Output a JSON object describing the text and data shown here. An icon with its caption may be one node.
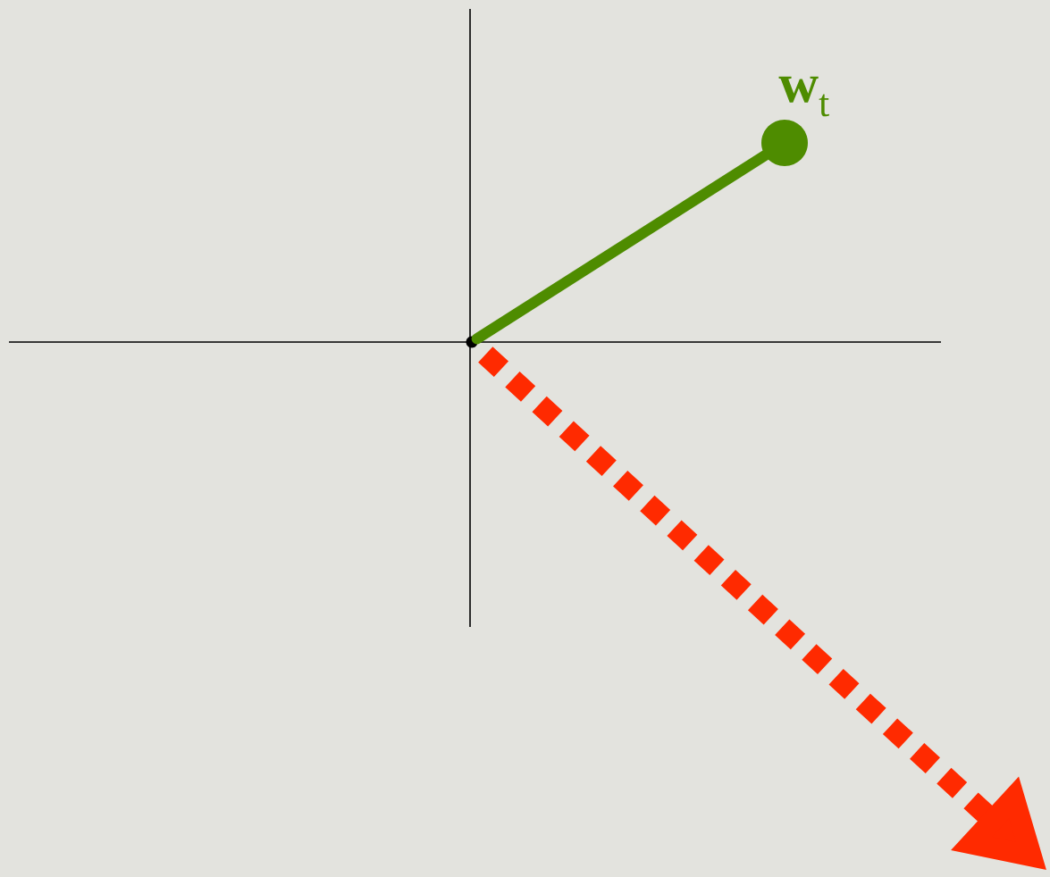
{
  "diagram": {
    "nodes": [
      {
        "text": [],
        "shape": "circle"
      },
      {
        "text": [],
        "shape": "circle",
        "beside": [
          "**w**$_{t}$"
        ]
      }
    ],
    "edges": [
      {
        "from": 0,
        "to": 1,
        "arrow": "none",
        "color": "#4e8c00"
      },
      {
        "from": 0,
        "to": null,
        "arrow": "to",
        "style": "dashed",
        "color": "#ff2a00"
      }
    ]
  }
}
